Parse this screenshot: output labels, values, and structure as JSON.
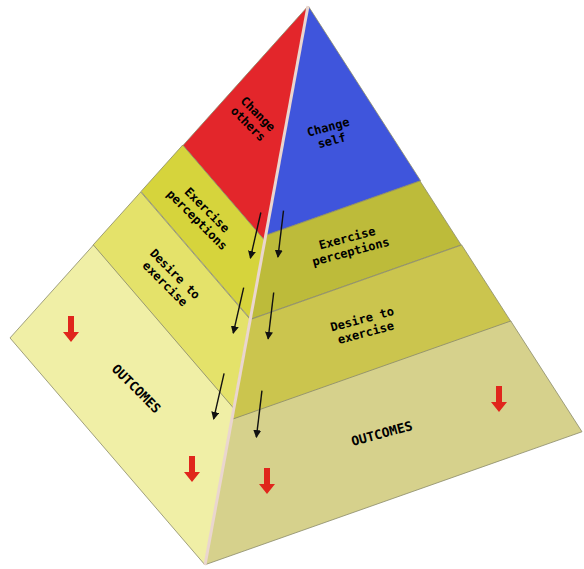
{
  "diagram": {
    "nodes": [
      {
        "text": [
          "Change others"
        ]
      },
      {
        "text": [
          "Exercise perceptions"
        ]
      },
      {
        "text": [
          "Desire to exercise"
        ]
      },
      {
        "text": [
          "OUTCOMES"
        ]
      },
      {
        "text": [
          "Change self"
        ]
      },
      {
        "text": [
          "Exercise perceptions"
        ]
      },
      {
        "text": [
          "Desire to exercise"
        ]
      },
      {
        "text": [
          "OUTCOMES"
        ]
      }
    ],
    "edges": [
      {
        "from": 0,
        "to": 1,
        "arrow": "to"
      },
      {
        "from": 1,
        "to": 2,
        "arrow": "to"
      },
      {
        "from": 2,
        "to": 3,
        "arrow": "to"
      },
      {
        "from": 4,
        "to": 5,
        "arrow": "to"
      },
      {
        "from": 5,
        "to": 6,
        "arrow": "to"
      },
      {
        "from": 6,
        "to": 7,
        "arrow": "to"
      }
    ]
  }
}
